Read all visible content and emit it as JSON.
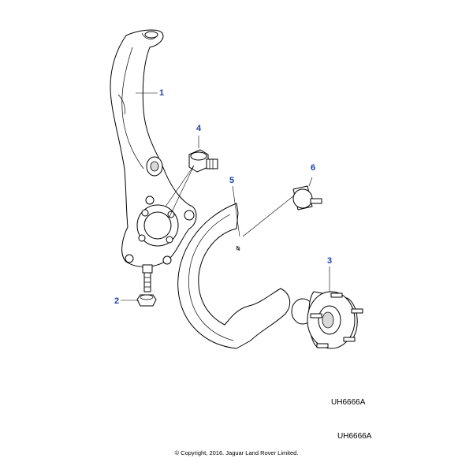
{
  "callouts": {
    "knuckle": "1",
    "ball_joint_nut": "2",
    "hub_bearing": "3",
    "bolt": "4",
    "splash_shield": "5",
    "pin": "6"
  },
  "reference_code_inner": "UH6666A",
  "reference_code_outer": "UH6666A",
  "copyright": "© Copyright, 2016. Jaguar Land Rover Limited.",
  "colors": {
    "callout": "#1f3fae",
    "line": "#000000"
  }
}
